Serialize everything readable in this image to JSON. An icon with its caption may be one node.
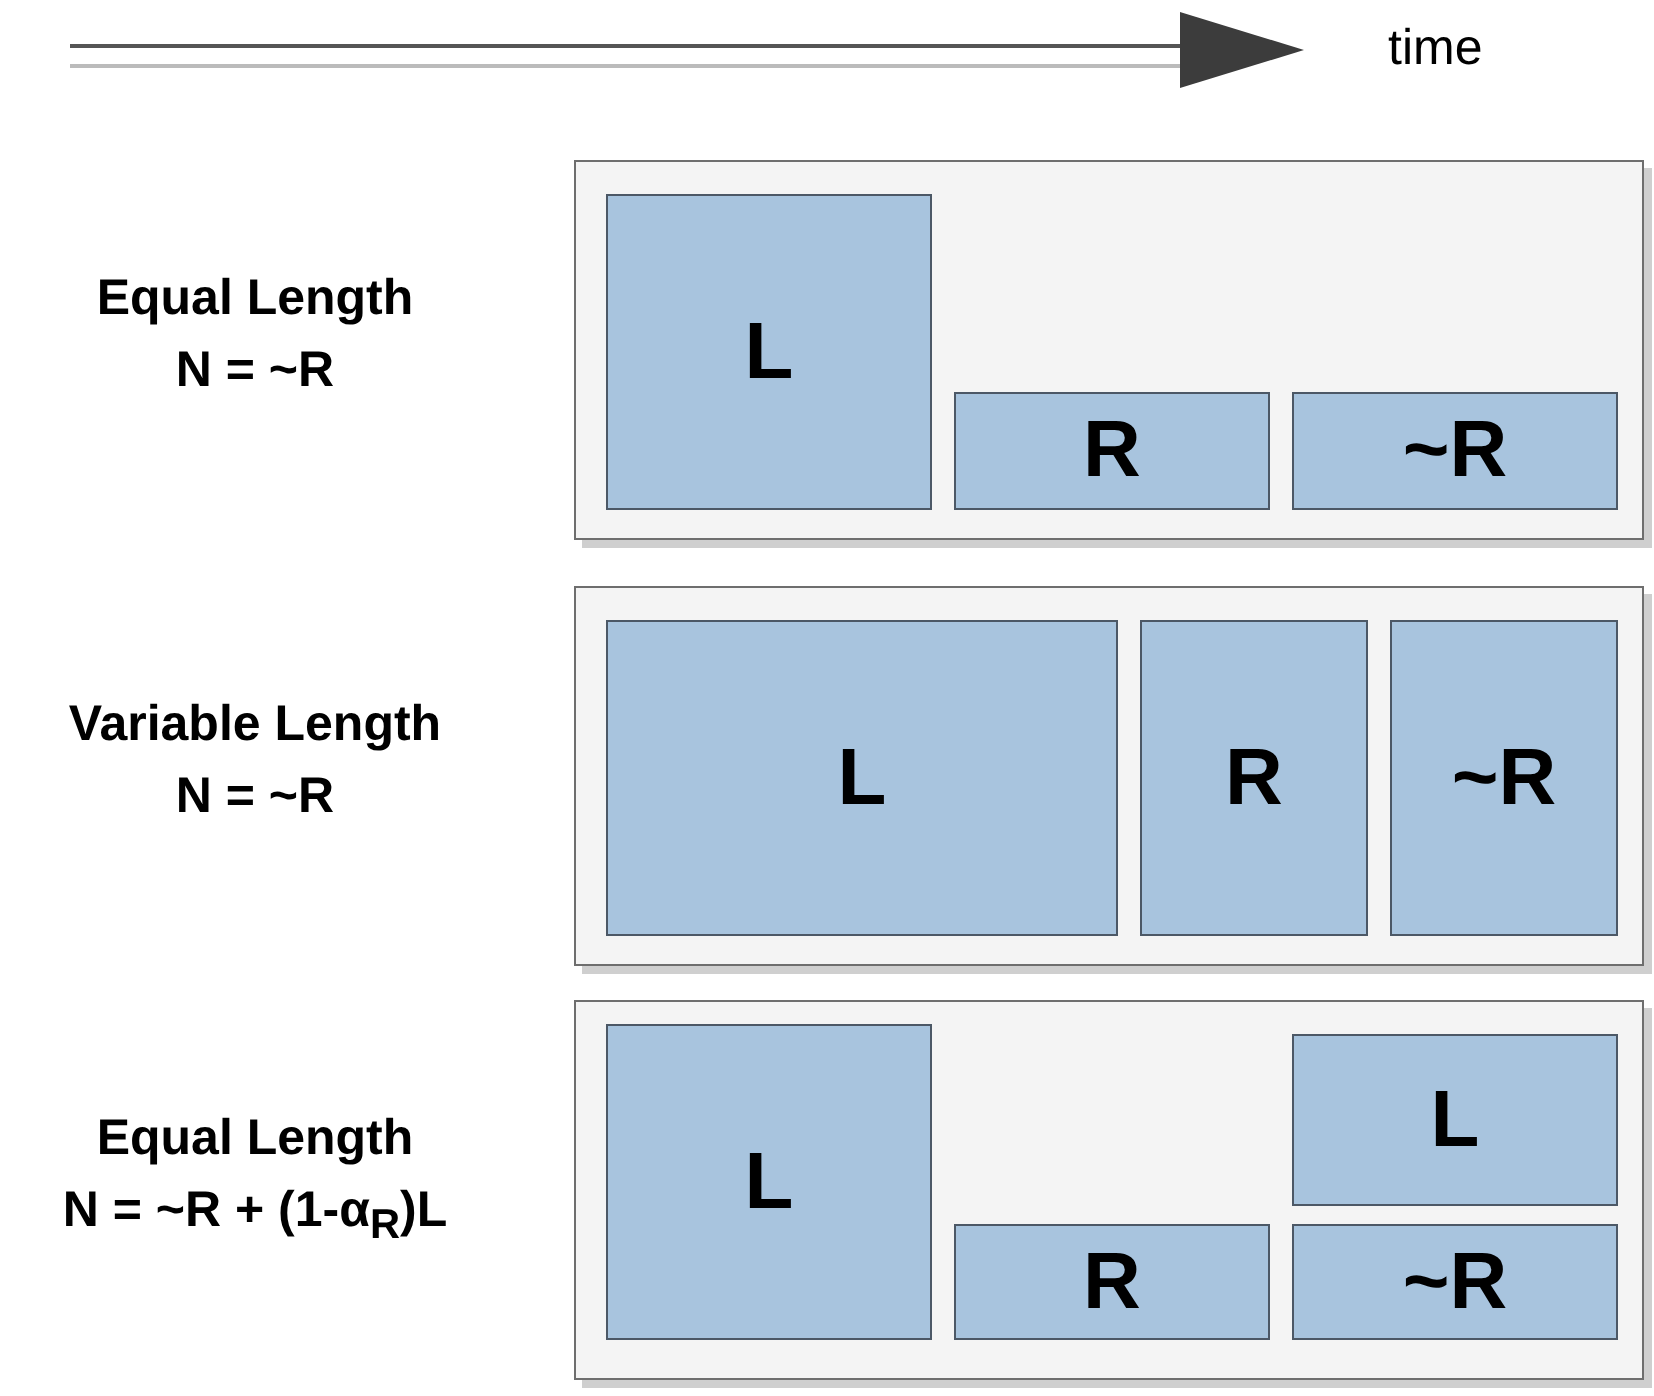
{
  "diagram": {
    "nodes": [
      {
        "text": [],
        "shape": "box",
        "beside": [
          "Equal Length",
          "N = ~R"
        ]
      },
      {
        "text": [
          "L"
        ],
        "in": 0
      },
      {
        "text": [
          "R"
        ],
        "in": 0
      },
      {
        "text": [
          "~R"
        ],
        "in": 0
      },
      {
        "text": [],
        "shape": "box",
        "beside": [
          "Variable Length",
          "N = ~R"
        ]
      },
      {
        "text": [
          "L"
        ],
        "in": 4
      },
      {
        "text": [
          "R"
        ],
        "in": 4
      },
      {
        "text": [
          "~R"
        ],
        "in": 4
      },
      {
        "text": [],
        "shape": "box",
        "beside": [
          "Equal Length",
          "N = ~R + (1-α$_{R}$)L"
        ]
      },
      {
        "text": [
          "L"
        ],
        "in": 8
      },
      {
        "text": [
          "L"
        ],
        "in": 8
      },
      {
        "text": [
          "R"
        ],
        "in": 8
      },
      {
        "text": [
          "~R"
        ],
        "in": 8
      }
    ],
    "labels": [
      "time"
    ]
  }
}
